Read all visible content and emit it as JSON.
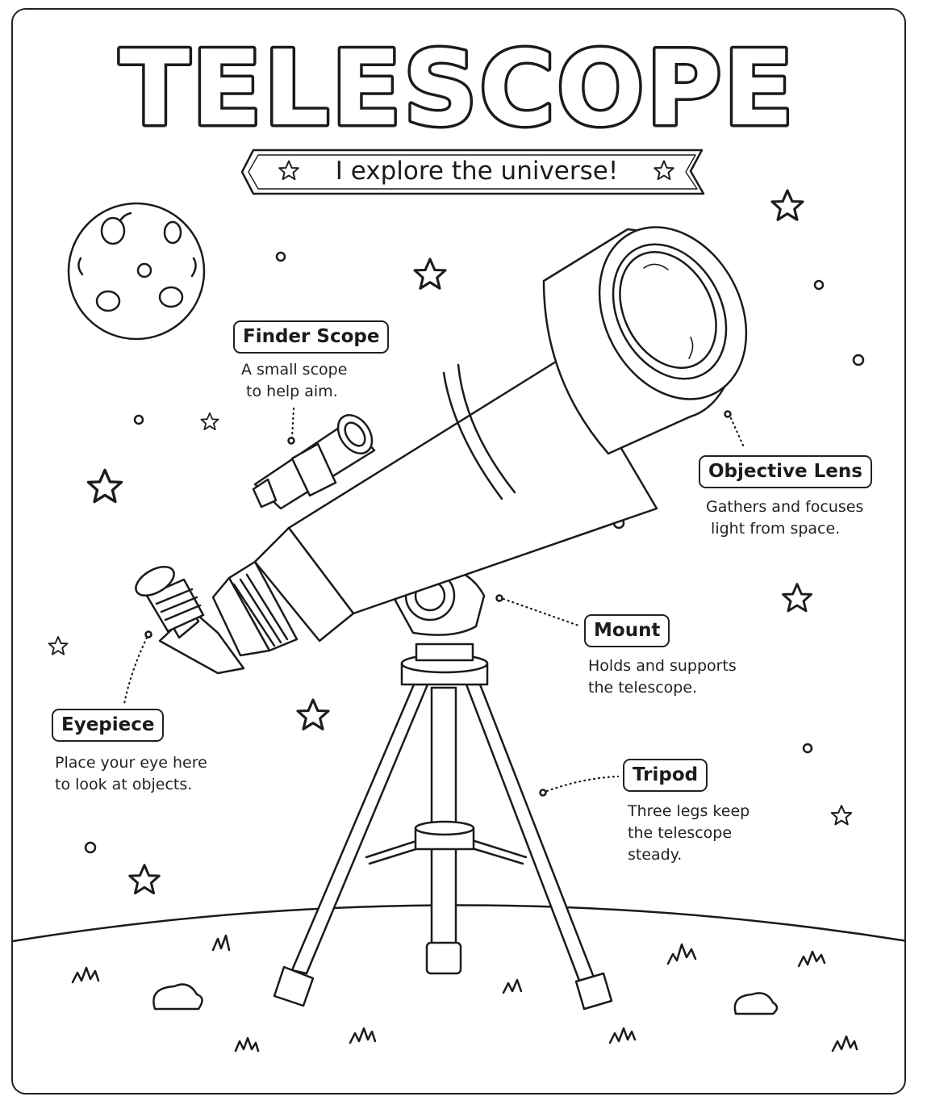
{
  "title": "TELESCOPE",
  "subtitle": "I explore the universe!",
  "labels": {
    "finder_scope": {
      "name": "Finder Scope",
      "desc": "A small scope\n to help aim."
    },
    "objective_lens": {
      "name": "Objective Lens",
      "desc": "Gathers and focuses\n light from space."
    },
    "mount": {
      "name": "Mount",
      "desc": "Holds and supports\nthe telescope."
    },
    "eyepiece": {
      "name": "Eyepiece",
      "desc": "Place your eye here\nto look at objects."
    },
    "tripod": {
      "name": "Tripod",
      "desc": "Three legs keep\nthe telescope\nsteady."
    }
  },
  "icons": [
    "star-icon",
    "moon-icon",
    "telescope-illustration",
    "grass-tuft-icon",
    "rock-icon"
  ],
  "colors": {
    "ink": "#1b1b1b",
    "paper": "#ffffff"
  }
}
